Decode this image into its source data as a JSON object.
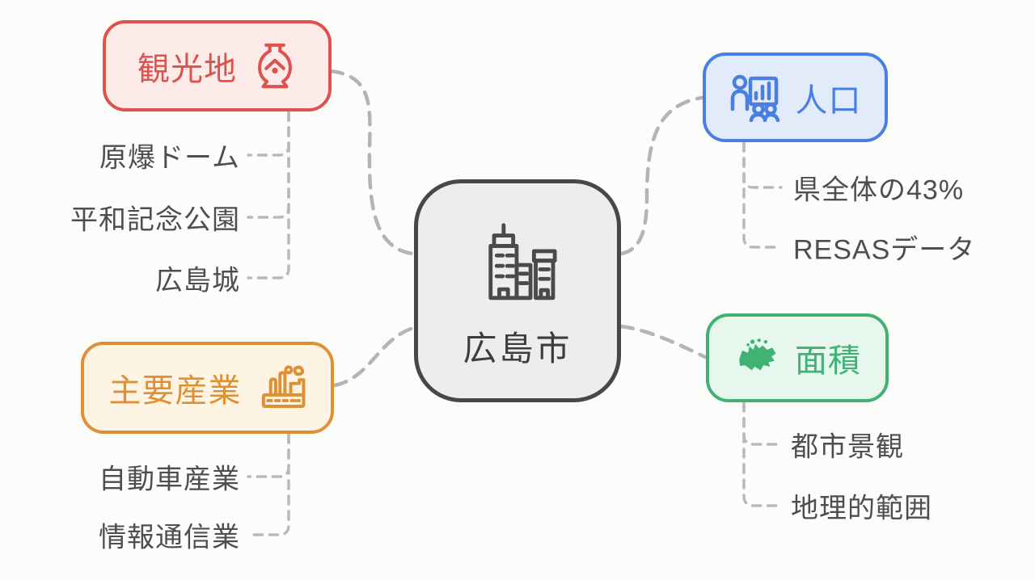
{
  "center": {
    "label": "広島市",
    "icon": "city-buildings-icon"
  },
  "branches": [
    {
      "label": "観光地",
      "icon": "landmark-vase-icon",
      "color": "#dd524d",
      "fill": "#fcebe9",
      "children": [
        "原爆ドーム",
        "平和記念公園",
        "広島城"
      ]
    },
    {
      "label": "主要産業",
      "icon": "factory-icon",
      "color": "#de9036",
      "fill": "#fdf4e3",
      "children": [
        "自動車産業",
        "情報通信業"
      ]
    },
    {
      "label": "人口",
      "icon": "population-chart-icon",
      "color": "#4a7fe0",
      "fill": "#e2ebfa",
      "children": [
        "県全体の43%",
        "RESASデータ"
      ]
    },
    {
      "label": "面積",
      "icon": "map-icon",
      "color": "#3fb274",
      "fill": "#e7f7ee",
      "children": [
        "都市景観",
        "地理的範囲"
      ]
    }
  ],
  "connector_color": "#b4b4b4"
}
